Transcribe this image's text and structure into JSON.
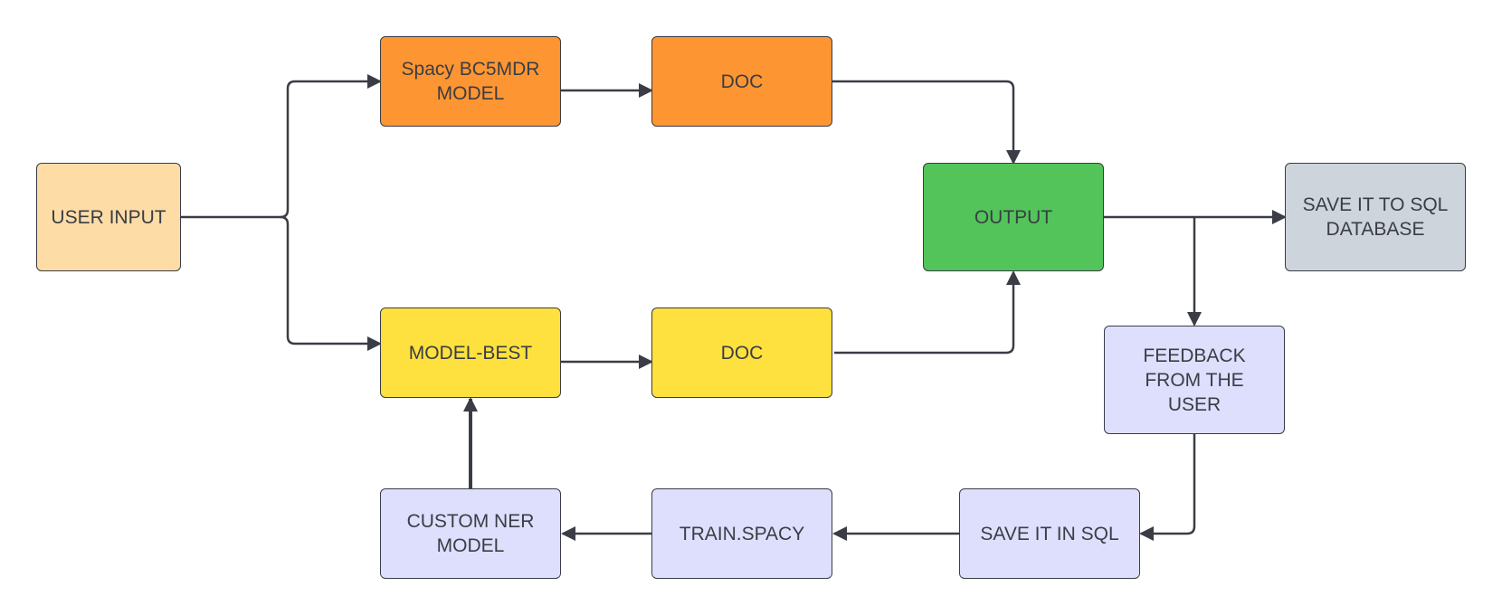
{
  "colors": {
    "user_input": "#fddca6",
    "orange": "#fd9532",
    "yellow": "#fee13e",
    "green": "#53c45a",
    "gray": "#ced4db",
    "lavender": "#dedffd",
    "line": "#3a3d45"
  },
  "nodes": {
    "user_input": "USER INPUT",
    "spacy_model": "Spacy BC5MDR\nMODEL",
    "doc_top": "DOC",
    "model_best": "MODEL-BEST",
    "doc_bottom": "DOC",
    "output": "OUTPUT",
    "save_sql_database": "SAVE IT TO SQL\nDATABASE",
    "feedback": "FEEDBACK\nFROM THE\nUSER",
    "save_in_sql": "SAVE IT IN SQL",
    "train_spacy": "TRAIN.SPACY",
    "custom_ner": "CUSTOM NER\nMODEL"
  }
}
